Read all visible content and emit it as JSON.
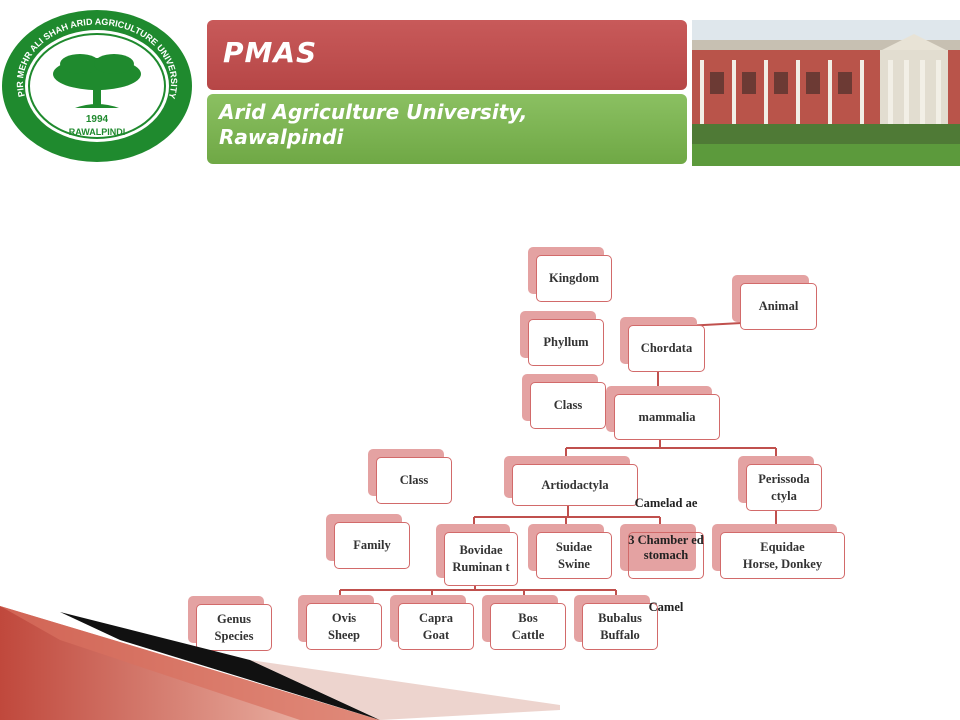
{
  "header": {
    "title": "PMAS",
    "subtitle": "Arid Agriculture University,\nRawalpindi",
    "logo": {
      "ring_text": "PIR MEHR ALI SHAH ARID AGRICULTURE UNIVERSITY",
      "year": "1994",
      "city": "RAWALPINDI"
    },
    "colors": {
      "red_banner": "#c0504d",
      "green_banner": "#7cb654",
      "logo_green": "#1f8a2e"
    }
  },
  "legend": {
    "kingdom": "Kingdom",
    "phyllum": "Phyllum",
    "class_top": "Class",
    "class_left": "Class",
    "family": "Family",
    "genus": "Genus",
    "species": "Species"
  },
  "tree": {
    "animal": "Animal",
    "chordata": "Chordata",
    "mammalia": "mammalia",
    "artiodactyla": "Artiodactyla",
    "perissodactyla": "Perissoda ctyla",
    "bovidae": "Bovidae",
    "ruminant": "Ruminan t",
    "suidae": "Suidae",
    "swine": "Swine",
    "camelidae": "Camelad ae",
    "camel_note": "3 Chamber ed stomach",
    "camel": "Camel",
    "equidae": "Equidae",
    "horse_donkey": "Horse, Donkey",
    "ovis": "Ovis",
    "sheep": "Sheep",
    "capra": "Capra",
    "goat": "Goat",
    "bos": "Bos",
    "cattle": "Cattle",
    "bubalus": "Bubalus",
    "buffalo": "Buffalo"
  },
  "colors": {
    "node_border": "#d26a6a",
    "node_shadow": "#e4a2a2",
    "connector": "#c0504d"
  }
}
